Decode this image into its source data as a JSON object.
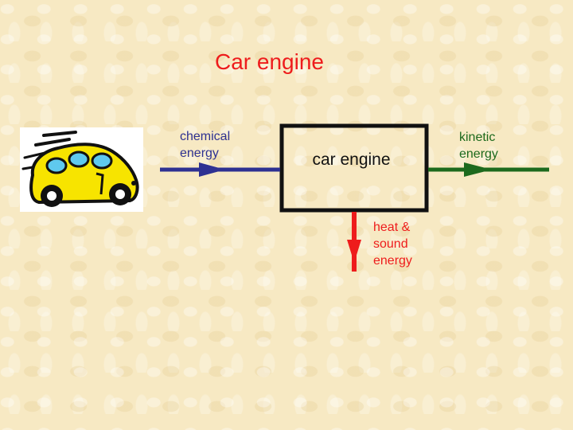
{
  "title": "Car engine",
  "box_label": "car engine",
  "inputs": [
    {
      "label": "chemical energy",
      "color": "#2e3192"
    }
  ],
  "outputs": [
    {
      "label": "kinetic energy",
      "color": "#1d6a1d"
    },
    {
      "label": "heat & sound energy",
      "color": "#ee1c1c"
    }
  ],
  "icons": {
    "car": "car-icon"
  },
  "colors": {
    "title": "#ee1c1c",
    "box_border": "#111111",
    "background": "#f7e9c3"
  }
}
